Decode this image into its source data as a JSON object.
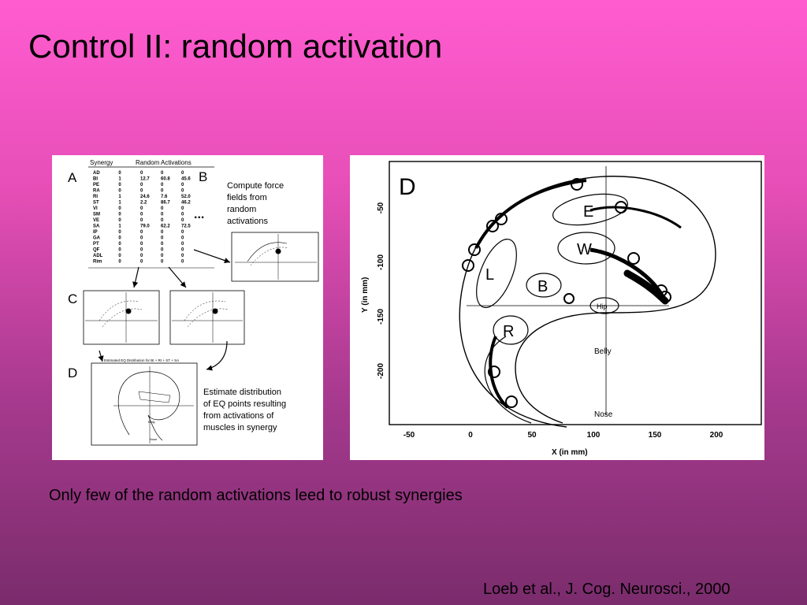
{
  "slide": {
    "title": "Control II: random activation",
    "caption": "Only few of the random activations leed to robust synergies",
    "citation": "Loeb et al., J. Cog. Neurosci., 2000"
  },
  "left_figure": {
    "label_a": "A",
    "label_b": "B",
    "label_c": "C",
    "label_d": "D",
    "header_synergy": "Synergy",
    "header_random": "Random Activations",
    "ellipsis": "...",
    "muscles": [
      "AD",
      "BI",
      "PE",
      "RA",
      "RI",
      "ST",
      "VI",
      "SM",
      "VE",
      "SA",
      "IP",
      "GA",
      "PT",
      "QF",
      "ADL",
      "Rim"
    ],
    "synergy_flags": [
      "0",
      "1",
      "0",
      "0",
      "1",
      "1",
      "0",
      "0",
      "0",
      "1",
      "0",
      "0",
      "0",
      "0",
      "0",
      "0"
    ],
    "activations": [
      [
        "0",
        "0",
        "0"
      ],
      [
        "12.7",
        "60.8",
        "45.6"
      ],
      [
        "0",
        "0",
        "0"
      ],
      [
        "0",
        "0",
        "0"
      ],
      [
        "24.6",
        "7.6",
        "52.0"
      ],
      [
        "2.2",
        "86.7",
        "46.2"
      ],
      [
        "0",
        "0",
        "0"
      ],
      [
        "0",
        "0",
        "0"
      ],
      [
        "0",
        "0",
        "0"
      ],
      [
        "79.0",
        "62.2",
        "72.5"
      ],
      [
        "0",
        "0",
        "0"
      ],
      [
        "0",
        "0",
        "0"
      ],
      [
        "0",
        "0",
        "0"
      ],
      [
        "0",
        "0",
        "0"
      ],
      [
        "0",
        "0",
        "0"
      ],
      [
        "0",
        "0",
        "0"
      ]
    ],
    "note_b": [
      "Compute force",
      "fields from",
      "random",
      "activations"
    ],
    "note_d": [
      "Estimate distribution",
      "of EQ points resulting",
      "from activations of",
      "muscles in synergy"
    ],
    "d_plot_title": "Estimated EQ Distribution for BI + RI + ST + SA",
    "d_plot_belly": "Belly",
    "d_plot_nose": "Nose"
  },
  "right_figure": {
    "panel_label": "D",
    "xlabel": "X (in mm)",
    "ylabel": "Y (in mm)",
    "x_ticks": [
      "-50",
      "0",
      "50",
      "100",
      "150",
      "200"
    ],
    "y_ticks": [
      "-50",
      "-100",
      "-150",
      "-200"
    ],
    "region_labels": [
      "E",
      "W",
      "L",
      "B",
      "R"
    ],
    "landmark_hip": "Hip",
    "landmark_belly": "Belly",
    "landmark_nose": "Nose"
  }
}
